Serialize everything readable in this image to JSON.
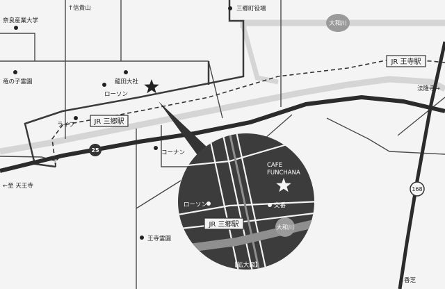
{
  "labels": {
    "nara_sangyo_univ": "奈良産業大学",
    "shigisan": "↑信貴山",
    "sango_town_hall": "三郷町役場",
    "yamato_river_top": "大和川",
    "tatsunoko_cemetery": "竜の子霊園",
    "tatsuta_taisha": "龍田大社",
    "lawson_top": "ローソン",
    "life": "ライフ",
    "jr_sango": "JR 三郷駅",
    "jr_oji": "JR 王寺駅",
    "horyuji": "法隆寺→",
    "route_25": "25",
    "konan": "コーナン",
    "to_tennoji": "←至 天王寺",
    "oji_cemetery": "王寺霊園",
    "route_168": "168",
    "kashiba": "↓香芝",
    "cafe_line1": "CAFE",
    "cafe_line2": "FUNCHANA",
    "lawson_zoom": "ローソン",
    "koban": "交番",
    "jr_sango_zoom": "JR 三郷駅",
    "yamato_river_zoom": "大和川",
    "enlarged": "【拡大図】"
  },
  "colors": {
    "background": "#f4f4f4",
    "road": "#3a3a3a",
    "rail": "#4a4a4a",
    "river": "#d5d5d5",
    "zoom_fill": "#3c3c3c"
  },
  "icons": {
    "cafe_marker": "star-icon",
    "landmark": "dot-icon"
  }
}
